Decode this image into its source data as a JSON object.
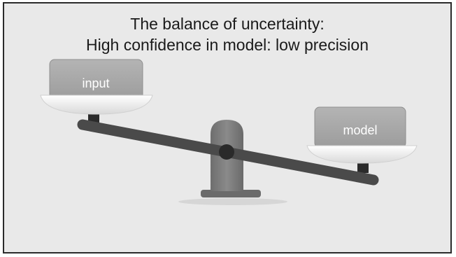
{
  "slide": {
    "title_line1": "The balance of uncertainty:",
    "title_line2": "High confidence in model: low precision"
  },
  "scale": {
    "left_pan_label": "input",
    "right_pan_label": "model",
    "tilt": "left side raised, right side lowered"
  },
  "colors": {
    "slide_background": "#e9e9e9",
    "slide_border": "#2b2b2b",
    "beam": "#4a4a4a",
    "fulcrum": "#7a7a7a",
    "weight_box": "#a8a8a8",
    "pan": "#f4f4f4",
    "label_text": "#ffffff"
  }
}
